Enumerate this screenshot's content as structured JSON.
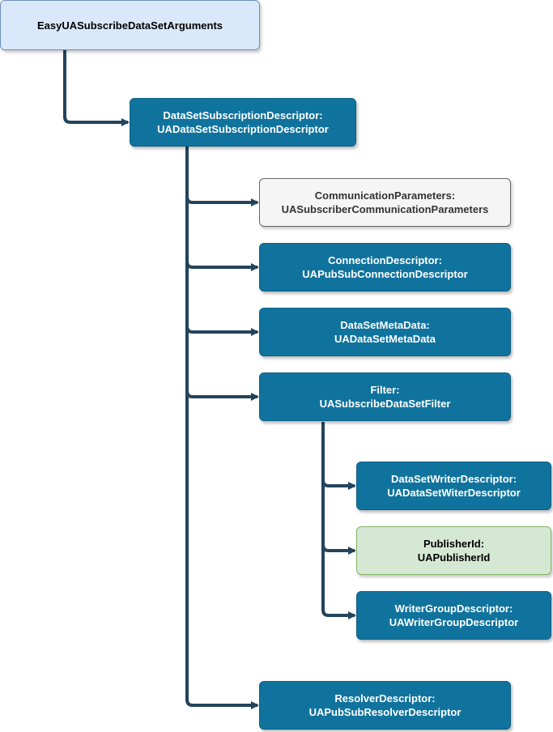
{
  "colors": {
    "connector": "#23445d",
    "node_dark": "#10739e",
    "node_root": "#dae8fc",
    "node_communication": "#f5f5f5",
    "node_publisher": "#d5e8d4"
  },
  "nodes": {
    "root": {
      "line1": "EasyUASubscribeDataSetArguments"
    },
    "subscription_descriptor": {
      "line1": "DataSetSubscriptionDescriptor:",
      "line2": "UADataSetSubscriptionDescriptor"
    },
    "communication_parameters": {
      "line1": "CommunicationParameters:",
      "line2": "UASubscriberCommunicationParameters"
    },
    "connection_descriptor": {
      "line1": "ConnectionDescriptor:",
      "line2": "UAPubSubConnectionDescriptor"
    },
    "dataset_metadata": {
      "line1": "DataSetMetaData:",
      "line2": "UADataSetMetaData"
    },
    "filter": {
      "line1": "Filter:",
      "line2": "UASubscribeDataSetFilter"
    },
    "dataset_writer_descriptor": {
      "line1": "DataSetWriterDescriptor:",
      "line2": "UADataSetWiterDescriptor"
    },
    "publisher_id": {
      "line1": "PublisherId:",
      "line2": "UAPublisherId"
    },
    "writer_group_descriptor": {
      "line1": "WriterGroupDescriptor:",
      "line2": "UAWriterGroupDescriptor"
    },
    "resolver_descriptor": {
      "line1": "ResolverDescriptor:",
      "line2": "UAPubSubResolverDescriptor"
    }
  }
}
